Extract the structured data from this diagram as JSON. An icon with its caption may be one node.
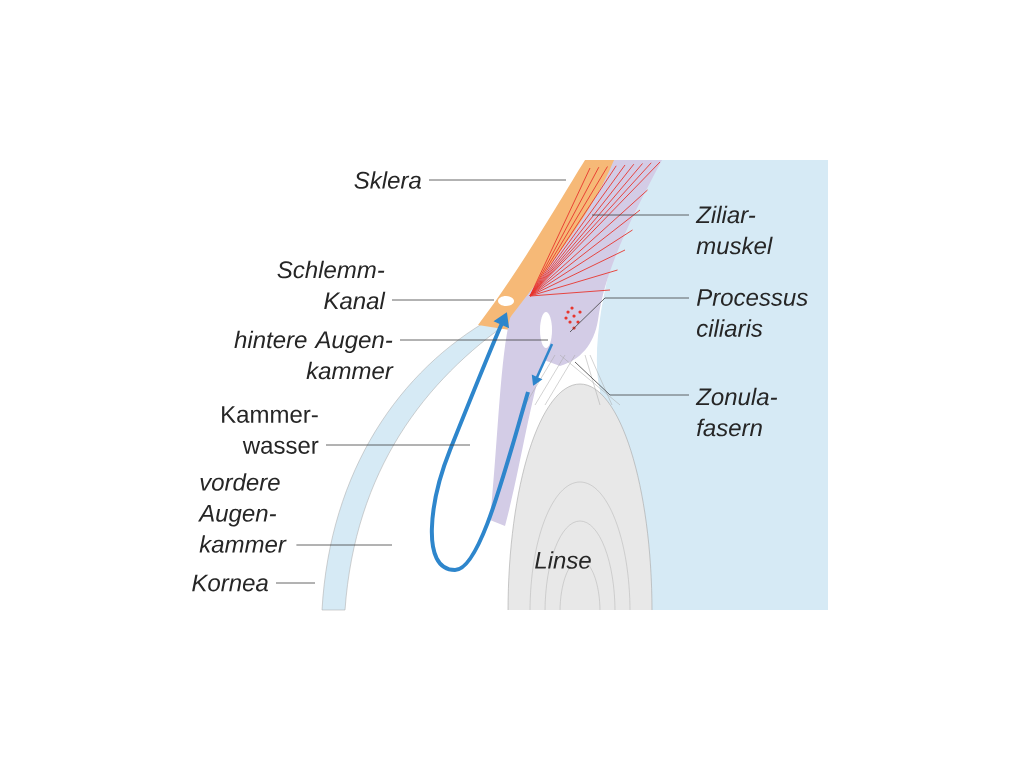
{
  "diagram": {
    "nodes": [
      {
        "text": [
          "Sklera"
        ]
      },
      {
        "text": [
          "Ziliar- muskel"
        ]
      },
      {
        "text": [
          "Schlemm- Kanal"
        ]
      },
      {
        "text": [
          "Processus ciliaris"
        ]
      },
      {
        "text": [
          "hintere Augen- kammer"
        ]
      },
      {
        "text": [
          "Zonula- fasern"
        ]
      },
      {
        "text": [
          "Kammer- wasser"
        ]
      },
      {
        "text": [
          "vordere Augen- kammer"
        ]
      },
      {
        "text": [
          "Linse"
        ]
      },
      {
        "text": [
          "Kornea"
        ]
      }
    ],
    "edges": [
      {
        "from": 0,
        "to": null,
        "arrow": "none"
      },
      {
        "from": 1,
        "to": null,
        "arrow": "none"
      },
      {
        "from": 2,
        "to": null,
        "arrow": "none"
      },
      {
        "from": 3,
        "to": null,
        "arrow": "none"
      },
      {
        "from": 4,
        "to": null,
        "arrow": "none"
      },
      {
        "from": 5,
        "to": null,
        "arrow": "none"
      },
      {
        "from": 6,
        "to": null,
        "arrow": "none"
      },
      {
        "from": 7,
        "to": null,
        "arrow": "none"
      },
      {
        "from": 9,
        "to": null,
        "arrow": "none"
      }
    ]
  }
}
